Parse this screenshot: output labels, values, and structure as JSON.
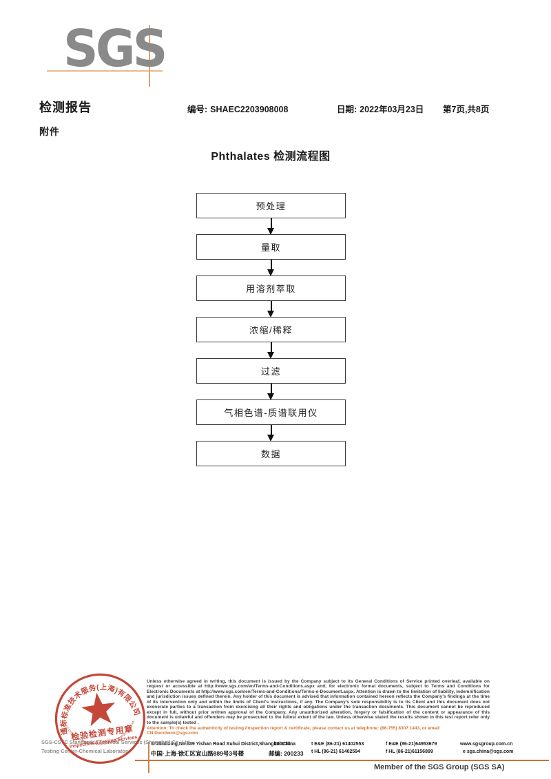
{
  "colors": {
    "logo_gray": "#8a8a8a",
    "crosshair_orange": "#dda271",
    "footer_line_orange": "#c4763b",
    "stamp_red": "#c03a2b",
    "attention_orange": "#cf7434"
  },
  "logo": {
    "text": "SGS"
  },
  "header": {
    "report_title": "检测报告",
    "report_no_label": "编号:",
    "report_no": "SHAEC2203908008",
    "date_label": "日期:",
    "date": "2022年03月23日",
    "page_info": "第7页,共8页",
    "attachment_label": "附件"
  },
  "flowchart": {
    "title": "Phthalates 检测流程图",
    "steps": [
      "预处理",
      "量取",
      "用溶剂萃取",
      "浓缩/稀释",
      "过滤",
      "气相色谱-质谱联用仪",
      "数据"
    ]
  },
  "stamp": {
    "ring_text_cn": "通标标准技术服务(上海)有限公司",
    "ring_text_en": "SGS-CSTC Standards Technical Services(Shanghai)Co.,Ltd.",
    "center_line1": "检验检测专用章",
    "center_line2": "Inspection & Testing Services"
  },
  "company": {
    "line1": "SGS-CSTC Standards Technical Services (Shanghai) Co.,Ltd.",
    "line2": "Testing Center-Chemical Laboratory"
  },
  "footer": {
    "legal_text": "Unless otherwise agreed in writing, this document is issued by the Company subject to its General Conditions of Service printed overleaf, available on request or accessible at http://www.sgs.com/en/Terms-and-Conditions.aspx and, for electronic format documents, subject to Terms and Conditions for Electronic Documents at http://www.sgs.com/en/Terms-and-Conditions/Terms-e-Document.aspx. Attention is drawn to the limitation of liability, indemnification and jurisdiction issues defined therein. Any holder of this document is advised that information contained hereon reflects the Company's findings at the time of its intervention only and within the limits of Client's instructions, if any. The Company's sole responsibility is to its Client and this document does not exonerate parties to a transaction from exercising all their rights and obligations under the transaction documents. This document cannot be reproduced except in full, without prior written approval of the Company. Any unauthorized alteration, forgery or falsification of the content or appearance of this document is unlawful and offenders may be prosecuted to the fullest extent of the law. Unless otherwise stated the results shown in this test report refer only to the sample(s) tested .",
    "attention_text": "Attention: To check the authenticity of testing /inspection report & certificate, please contact us at telephone: (86-755) 8307 1443, or email: CN.Doccheck@sgs.com",
    "contact": {
      "address_en": "3rdBuilding,No.889 Yishan Road Xuhui District,Shanghai China",
      "postcode_en": "200233",
      "tel_en": "t E&E (86-21) 61402553",
      "fax_en": "f E&E (86-21)64953679",
      "web": "www.sgsgroup.com.cn",
      "address_cn": "中国·上海·徐汇区宜山路889号3号楼",
      "postcode_cn": "邮编: 200233",
      "tel_cn": "t HL (86-21) 61402594",
      "fax_cn": "f HL (86-21)61156899",
      "email": "e sgs.china@sgs.com"
    },
    "member_text": "Member of the SGS Group (SGS SA)"
  }
}
